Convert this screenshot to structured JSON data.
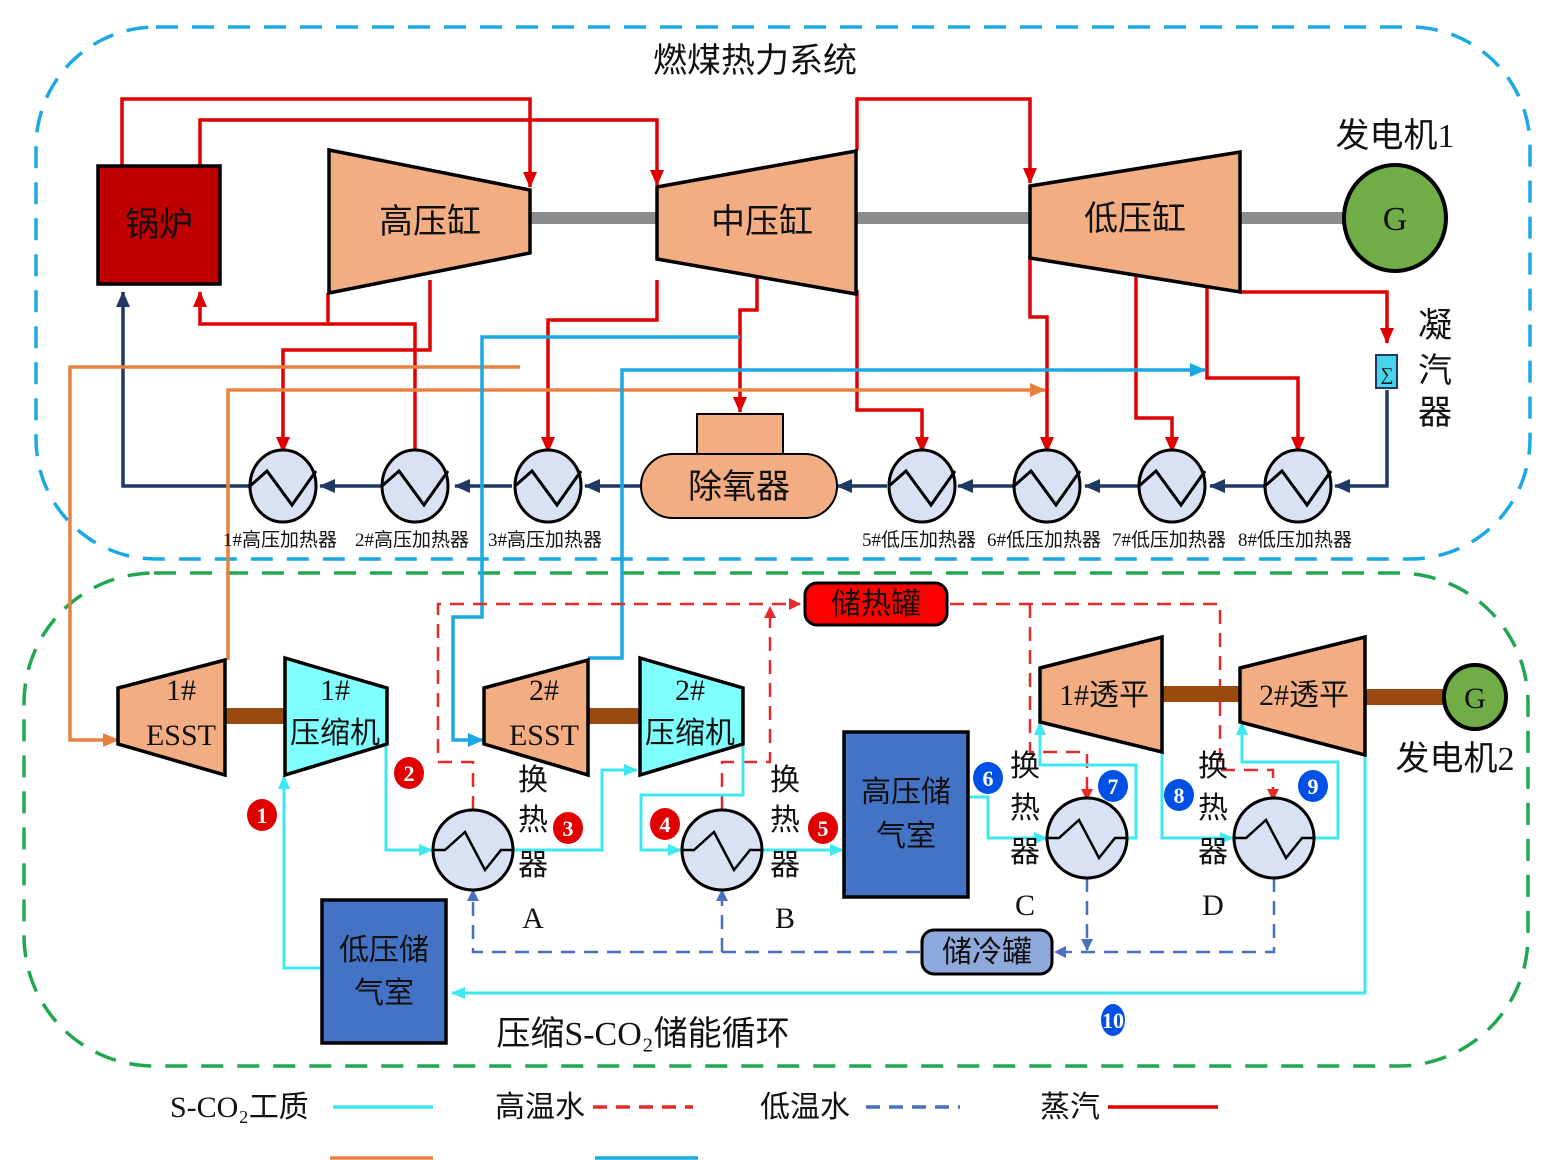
{
  "regions": {
    "coal": {
      "title": "燃煤热力系统",
      "border_color": "#1aa9e3"
    },
    "storage": {
      "title": "压缩S-CO₂储能循环",
      "border_color": "#1fa84f"
    }
  },
  "coal_system": {
    "boiler": "锅炉",
    "hp_cylinder": "高压缸",
    "ip_cylinder": "中压缸",
    "lp_cylinder": "低压缸",
    "generator1_symbol": "G",
    "generator1_label": "发电机1",
    "condenser_label": "凝汽器",
    "condenser_symbol": "∑",
    "deaerator": "除氧器",
    "heaters": [
      "1#高压加热器",
      "2#高压加热器",
      "3#高压加热器",
      "5#低压加热器",
      "6#低压加热器",
      "7#低压加热器",
      "8#低压加热器"
    ]
  },
  "storage_system": {
    "esst1": [
      "1#",
      "ESST"
    ],
    "esst2": [
      "2#",
      "ESST"
    ],
    "comp1": [
      "1#",
      "压缩机"
    ],
    "comp2": [
      "2#",
      "压缩机"
    ],
    "expander1": "1#透平",
    "expander2": "2#透平",
    "generator2_symbol": "G",
    "generator2_label": "发电机2",
    "heat_tank": "储热罐",
    "cold_tank": "储冷罐",
    "hp_storage": [
      "高压储",
      "气室"
    ],
    "lp_storage": [
      "低压储",
      "气室"
    ],
    "hx_label": [
      "换",
      "热",
      "器"
    ],
    "hx_ids": [
      "A",
      "B",
      "C",
      "D"
    ],
    "state_points": [
      "1",
      "2",
      "3",
      "4",
      "5",
      "6",
      "7",
      "8",
      "9",
      "10"
    ],
    "state_colors": {
      "charge": "#e00000",
      "discharge": "#0050e6"
    }
  },
  "legend": [
    {
      "label": "S-CO₂工质",
      "color": "#3ee8f0",
      "style": "solid"
    },
    {
      "label": "高温水",
      "color": "#e52a2a",
      "style": "dashed"
    },
    {
      "label": "低温水",
      "color": "#4a6fbf",
      "style": "dashed"
    },
    {
      "label": "蒸汽",
      "color": "#e00000",
      "style": "solid"
    },
    {
      "label": "",
      "color": "#e8803f",
      "style": "solid"
    },
    {
      "label": "",
      "color": "#1aa9e3",
      "style": "solid"
    }
  ]
}
